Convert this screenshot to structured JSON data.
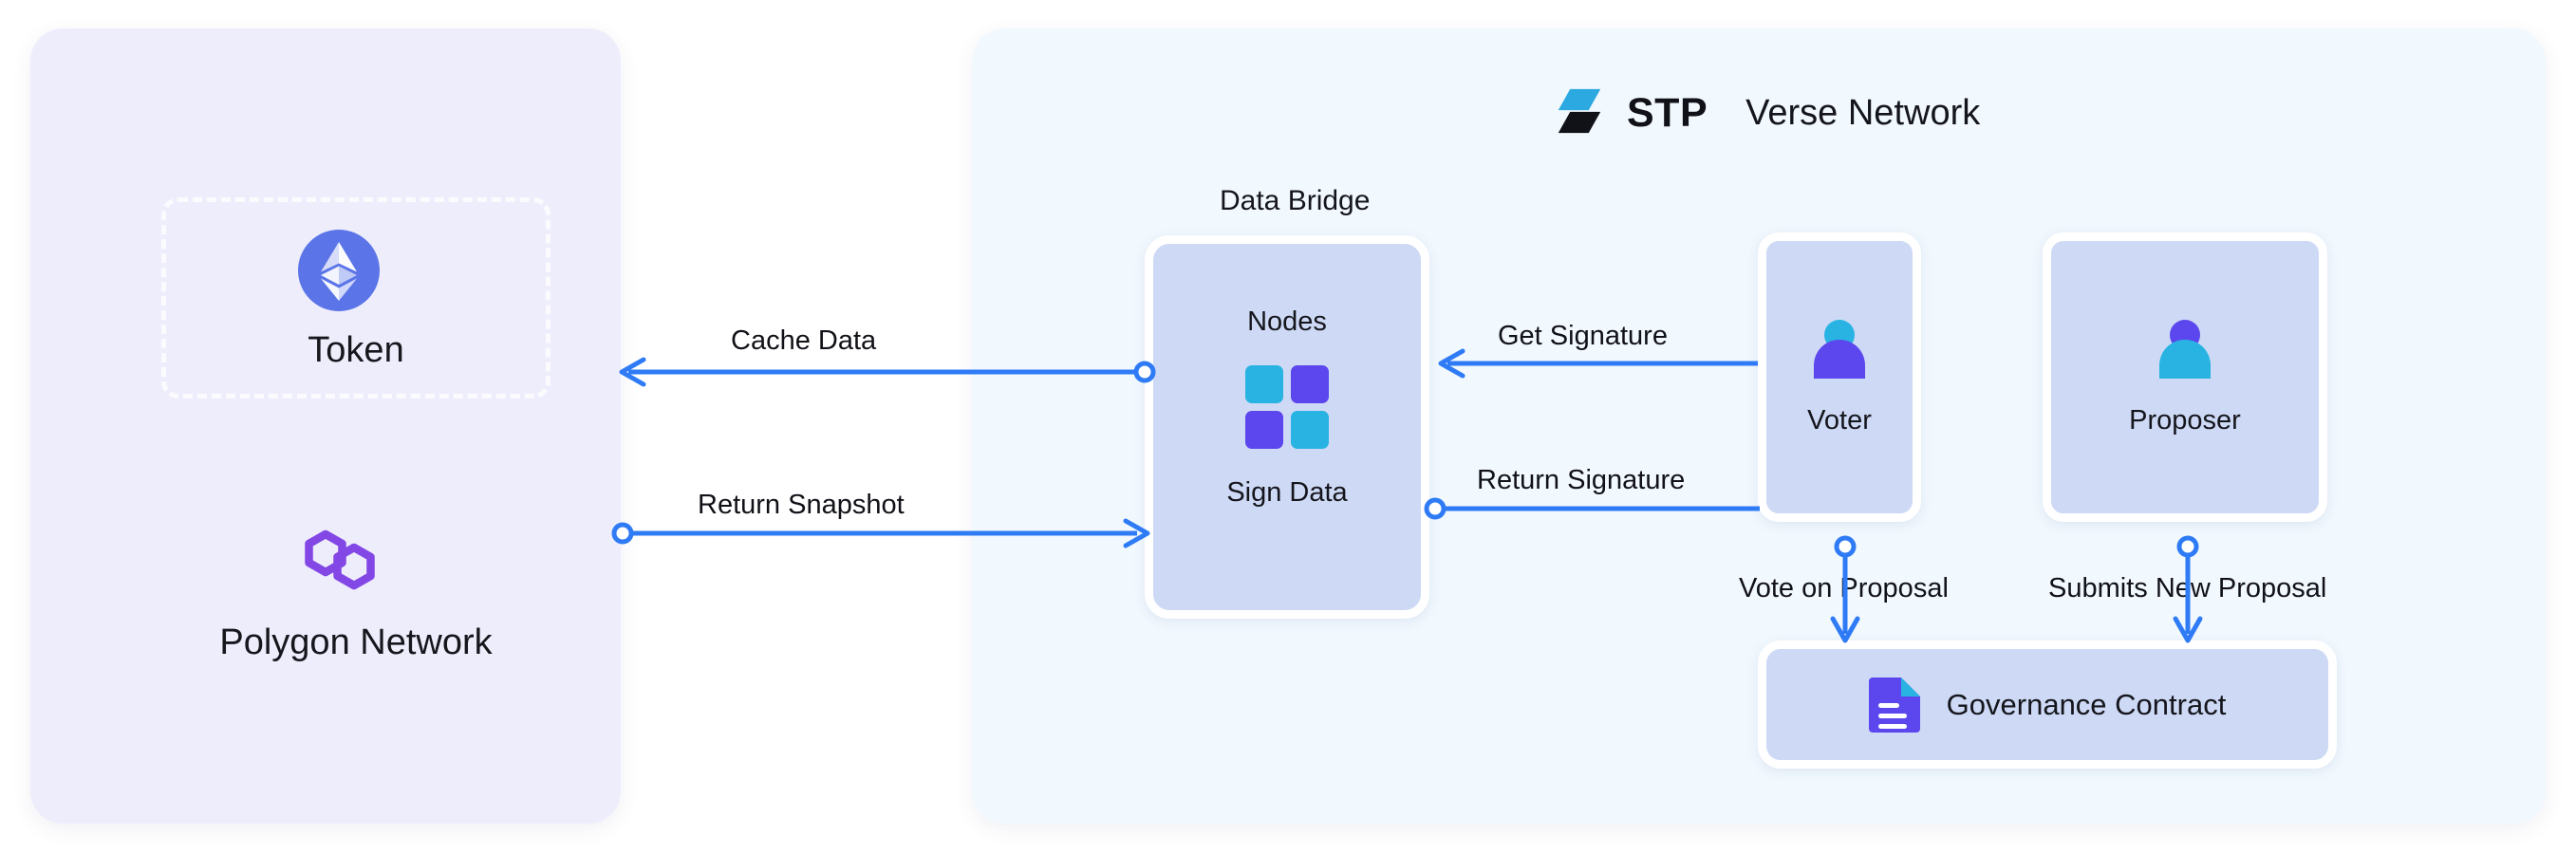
{
  "diagram": {
    "title": "STP Verse Network data bridge and governance flow"
  },
  "left_panel": {
    "name": "Polygon Network panel",
    "token": {
      "label": "Token",
      "icon": "ethereum-icon"
    },
    "network": {
      "label": "Polygon Network",
      "icon": "polygon-icon"
    }
  },
  "right_panel": {
    "header": {
      "logo_text": "STP",
      "logo_icon": "stp-logo-icon",
      "title": "Verse Network"
    },
    "data_bridge": {
      "caption": "Data Bridge",
      "top_label": "Nodes",
      "icon": "nodes-grid-icon",
      "bottom_label": "Sign Data"
    },
    "voter": {
      "label": "Voter",
      "icon": "person-icon"
    },
    "proposer": {
      "label": "Proposer",
      "icon": "person-icon"
    },
    "governance": {
      "label": "Governance Contract",
      "icon": "document-icon"
    }
  },
  "edges": [
    {
      "id": "cache-data",
      "label": "Cache Data",
      "from": "Data Bridge",
      "to": "Token",
      "direction": "left"
    },
    {
      "id": "return-snapshot",
      "label": "Return Snapshot",
      "from": "Polygon Network",
      "to": "Data Bridge",
      "direction": "right"
    },
    {
      "id": "get-signature",
      "label": "Get Signature",
      "from": "Voter",
      "to": "Data Bridge",
      "direction": "left"
    },
    {
      "id": "return-signature",
      "label": "Return Signature",
      "from": "Data Bridge",
      "to": "Voter",
      "direction": "right"
    },
    {
      "id": "vote-on-proposal",
      "label": "Vote on Proposal",
      "from": "Voter",
      "to": "Governance Contract",
      "direction": "down"
    },
    {
      "id": "submits-new-proposal",
      "label": "Submits New Proposal",
      "from": "Proposer",
      "to": "Governance Contract",
      "direction": "down"
    }
  ],
  "colors": {
    "panel_left_bg": "#EEEDFC",
    "panel_right_bg": "#F1F8FE",
    "card_bg": "#CDD9F5",
    "edge_blue": "#2F7BF6",
    "accent_cyan": "#29B3E3",
    "accent_purple": "#5B47ED",
    "eth_blue": "#5B75E8",
    "polygon_purple": "#8247E5",
    "stp_blue": "#2BA9E0",
    "stp_black": "#111218",
    "text_dark": "#15161C"
  }
}
